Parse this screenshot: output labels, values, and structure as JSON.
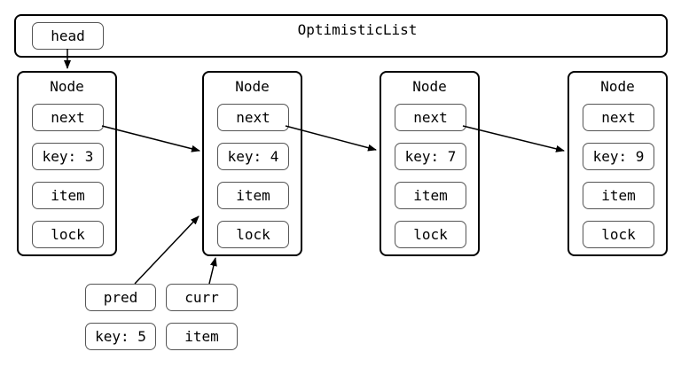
{
  "list": {
    "title": "OptimisticList",
    "head_label": "head"
  },
  "nodes": [
    {
      "title": "Node",
      "next": "next",
      "key": "key: 3",
      "item": "item",
      "lock": "lock"
    },
    {
      "title": "Node",
      "next": "next",
      "key": "key: 4",
      "item": "item",
      "lock": "lock"
    },
    {
      "title": "Node",
      "next": "next",
      "key": "key: 7",
      "item": "item",
      "lock": "lock"
    },
    {
      "title": "Node",
      "next": "next",
      "key": "key: 9",
      "item": "item",
      "lock": "lock"
    }
  ],
  "cursors": {
    "pred": "pred",
    "curr": "curr",
    "key": "key: 5",
    "item": "item"
  }
}
